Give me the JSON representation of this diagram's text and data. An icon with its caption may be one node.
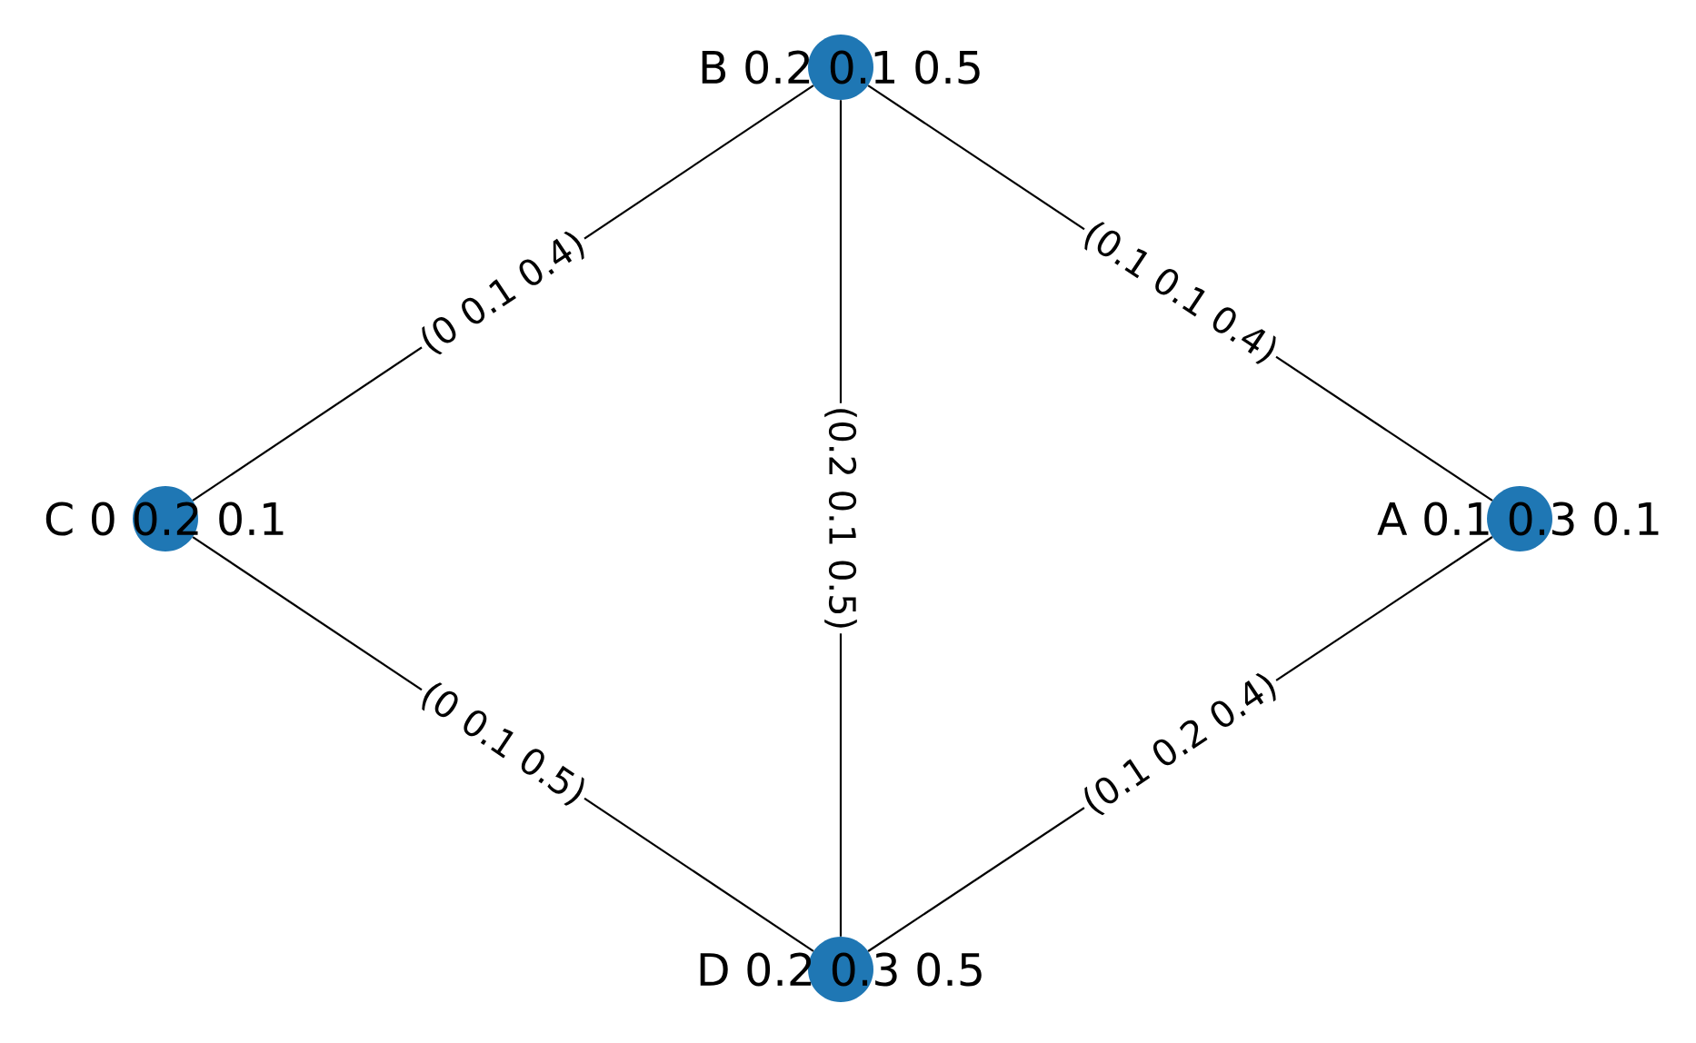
{
  "diagram": {
    "nodes": [
      {
        "text": [
          "A 0.1 0.3 0.1"
        ]
      },
      {
        "text": [
          "B 0.2 0.1 0.5"
        ]
      },
      {
        "text": [
          "C 0 0.2 0.1"
        ]
      },
      {
        "text": [
          "D 0.2 0.3 0.5"
        ]
      }
    ],
    "edges": [
      {
        "from": 0,
        "to": 1,
        "arrow": "none",
        "label": "(0.1 0.1 0.4)"
      },
      {
        "from": 0,
        "to": 3,
        "arrow": "none",
        "label": "(0.1 0.2 0.4)"
      },
      {
        "from": 1,
        "to": 2,
        "arrow": "none",
        "label": "(0 0.1 0.4)"
      },
      {
        "from": 1,
        "to": 3,
        "arrow": "none",
        "label": "(0.2 0.1 0.5)"
      },
      {
        "from": 2,
        "to": 3,
        "arrow": "none",
        "label": "(0 0.1 0.5)"
      }
    ]
  }
}
